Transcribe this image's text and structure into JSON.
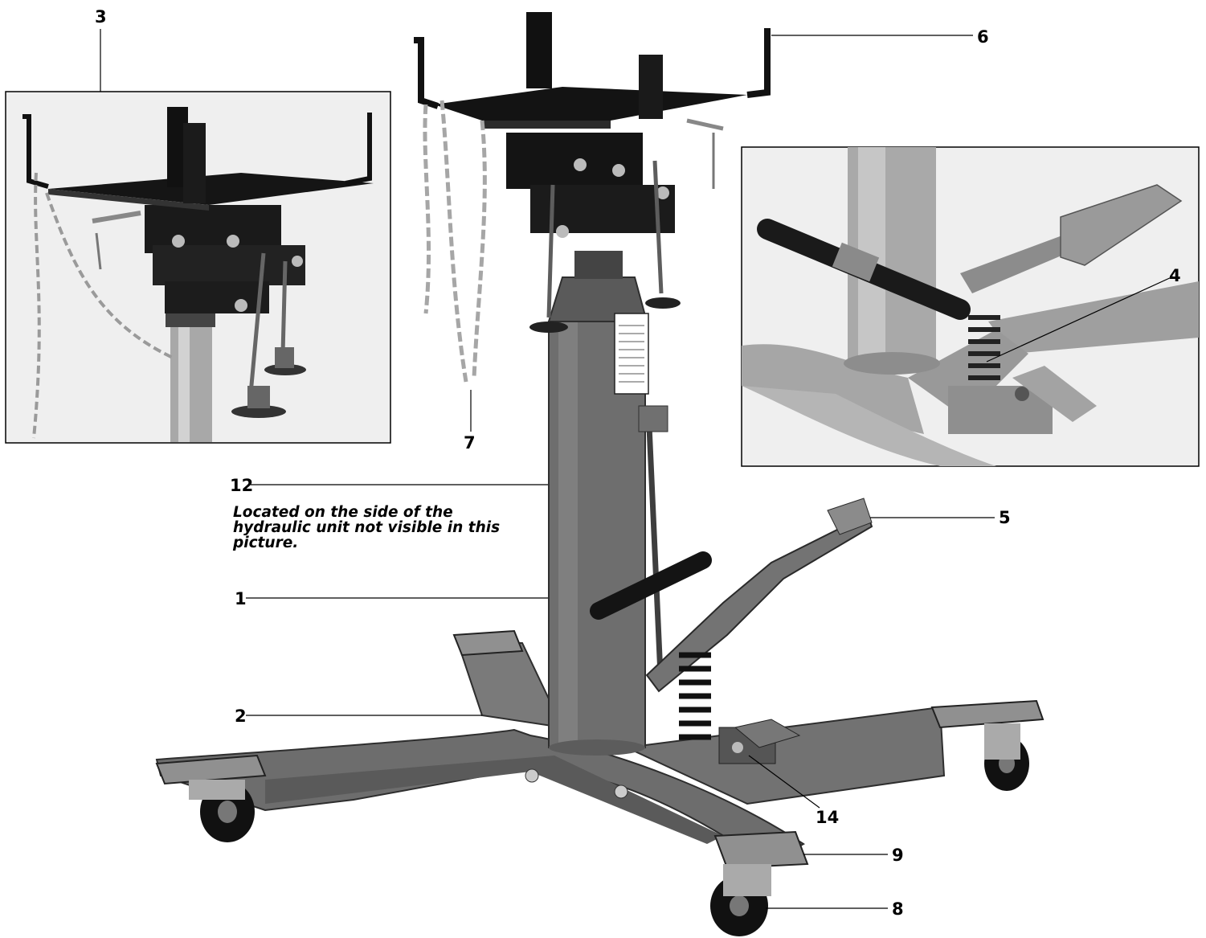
{
  "callouts": {
    "c1": "1",
    "c2": "2",
    "c3": "3",
    "c4": "4",
    "c5": "5",
    "c6": "6",
    "c7": "7",
    "c8": "8",
    "c9": "9",
    "c12": "12",
    "c14": "14"
  },
  "note": {
    "line1": "Located on the side of the",
    "line2": "hydraulic unit not visible in this",
    "line3": "picture."
  },
  "colors": {
    "jack_body": "#6f6f6f",
    "jack_dark": "#4a4a4a",
    "saddle": "#111111",
    "chain": "#c8c8c8",
    "grip": "#1a1a1a",
    "inset_bg": "#ececec"
  }
}
